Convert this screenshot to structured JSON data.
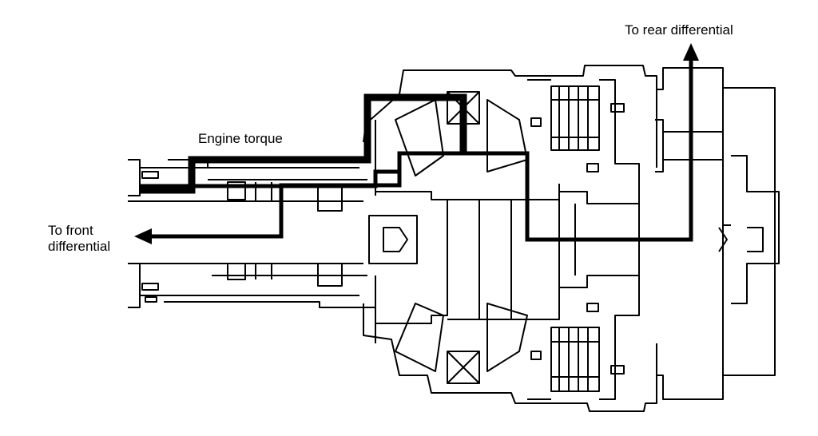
{
  "labels": {
    "engine_torque": "Engine torque",
    "front_line1": "To front",
    "front_line2": "differential",
    "rear": "To rear differential"
  },
  "colors": {
    "line": "#000000",
    "background": "#ffffff"
  }
}
